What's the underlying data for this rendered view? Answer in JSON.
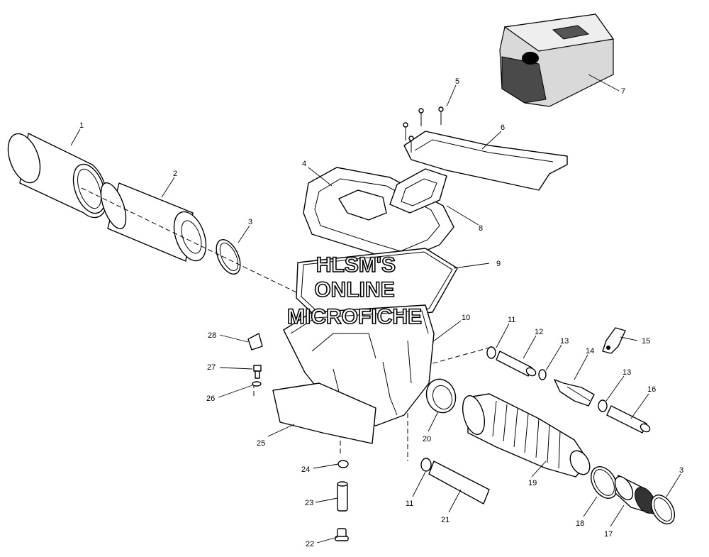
{
  "diagram": {
    "watermark": [
      "HLSM'S",
      "ONLINE",
      "MICROFICHE"
    ],
    "callouts": [
      "1",
      "2",
      "3",
      "4",
      "5",
      "6",
      "7",
      "8",
      "9",
      "10",
      "11",
      "12",
      "13",
      "14",
      "15",
      "16",
      "13",
      "20",
      "19",
      "11",
      "21",
      "18",
      "17",
      "3",
      "28",
      "27",
      "26",
      "25",
      "24",
      "23",
      "22"
    ]
  }
}
